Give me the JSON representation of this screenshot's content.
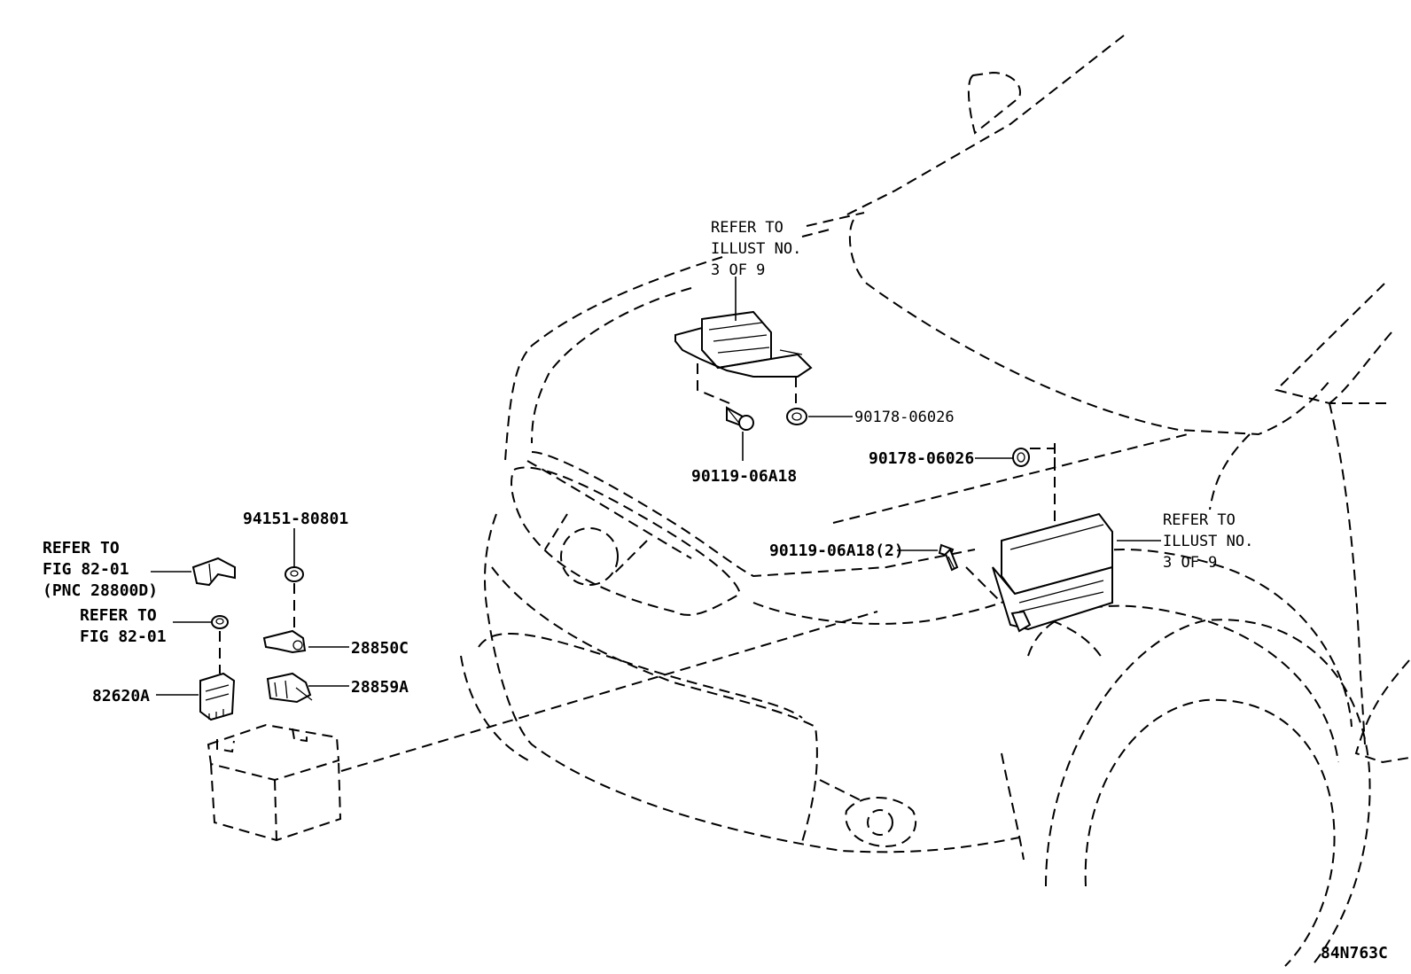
{
  "labels": {
    "refer_top": [
      "REFER TO",
      "ILLUST NO.",
      "3 OF 9"
    ],
    "refer_right": [
      "REFER TO",
      "ILLUST NO.",
      "3 OF 9"
    ],
    "refer_fig_a": [
      "REFER TO",
      "FIG 82-01",
      "(PNC 28800D)"
    ],
    "refer_fig_b": [
      "REFER TO",
      "FIG 82-01"
    ],
    "nut_top": "90178-06026",
    "nut_right": "90178-06026",
    "bolt_top": "90119-06A18",
    "bolt_right": "90119-06A18(2)",
    "nut_terminal": "94151-80801",
    "part_28850c": "28850C",
    "part_28859a": "28859A",
    "part_82620a": "82620A",
    "diagram_code": "84N763C"
  },
  "colors": {
    "line": "#000000",
    "background": "#ffffff"
  }
}
